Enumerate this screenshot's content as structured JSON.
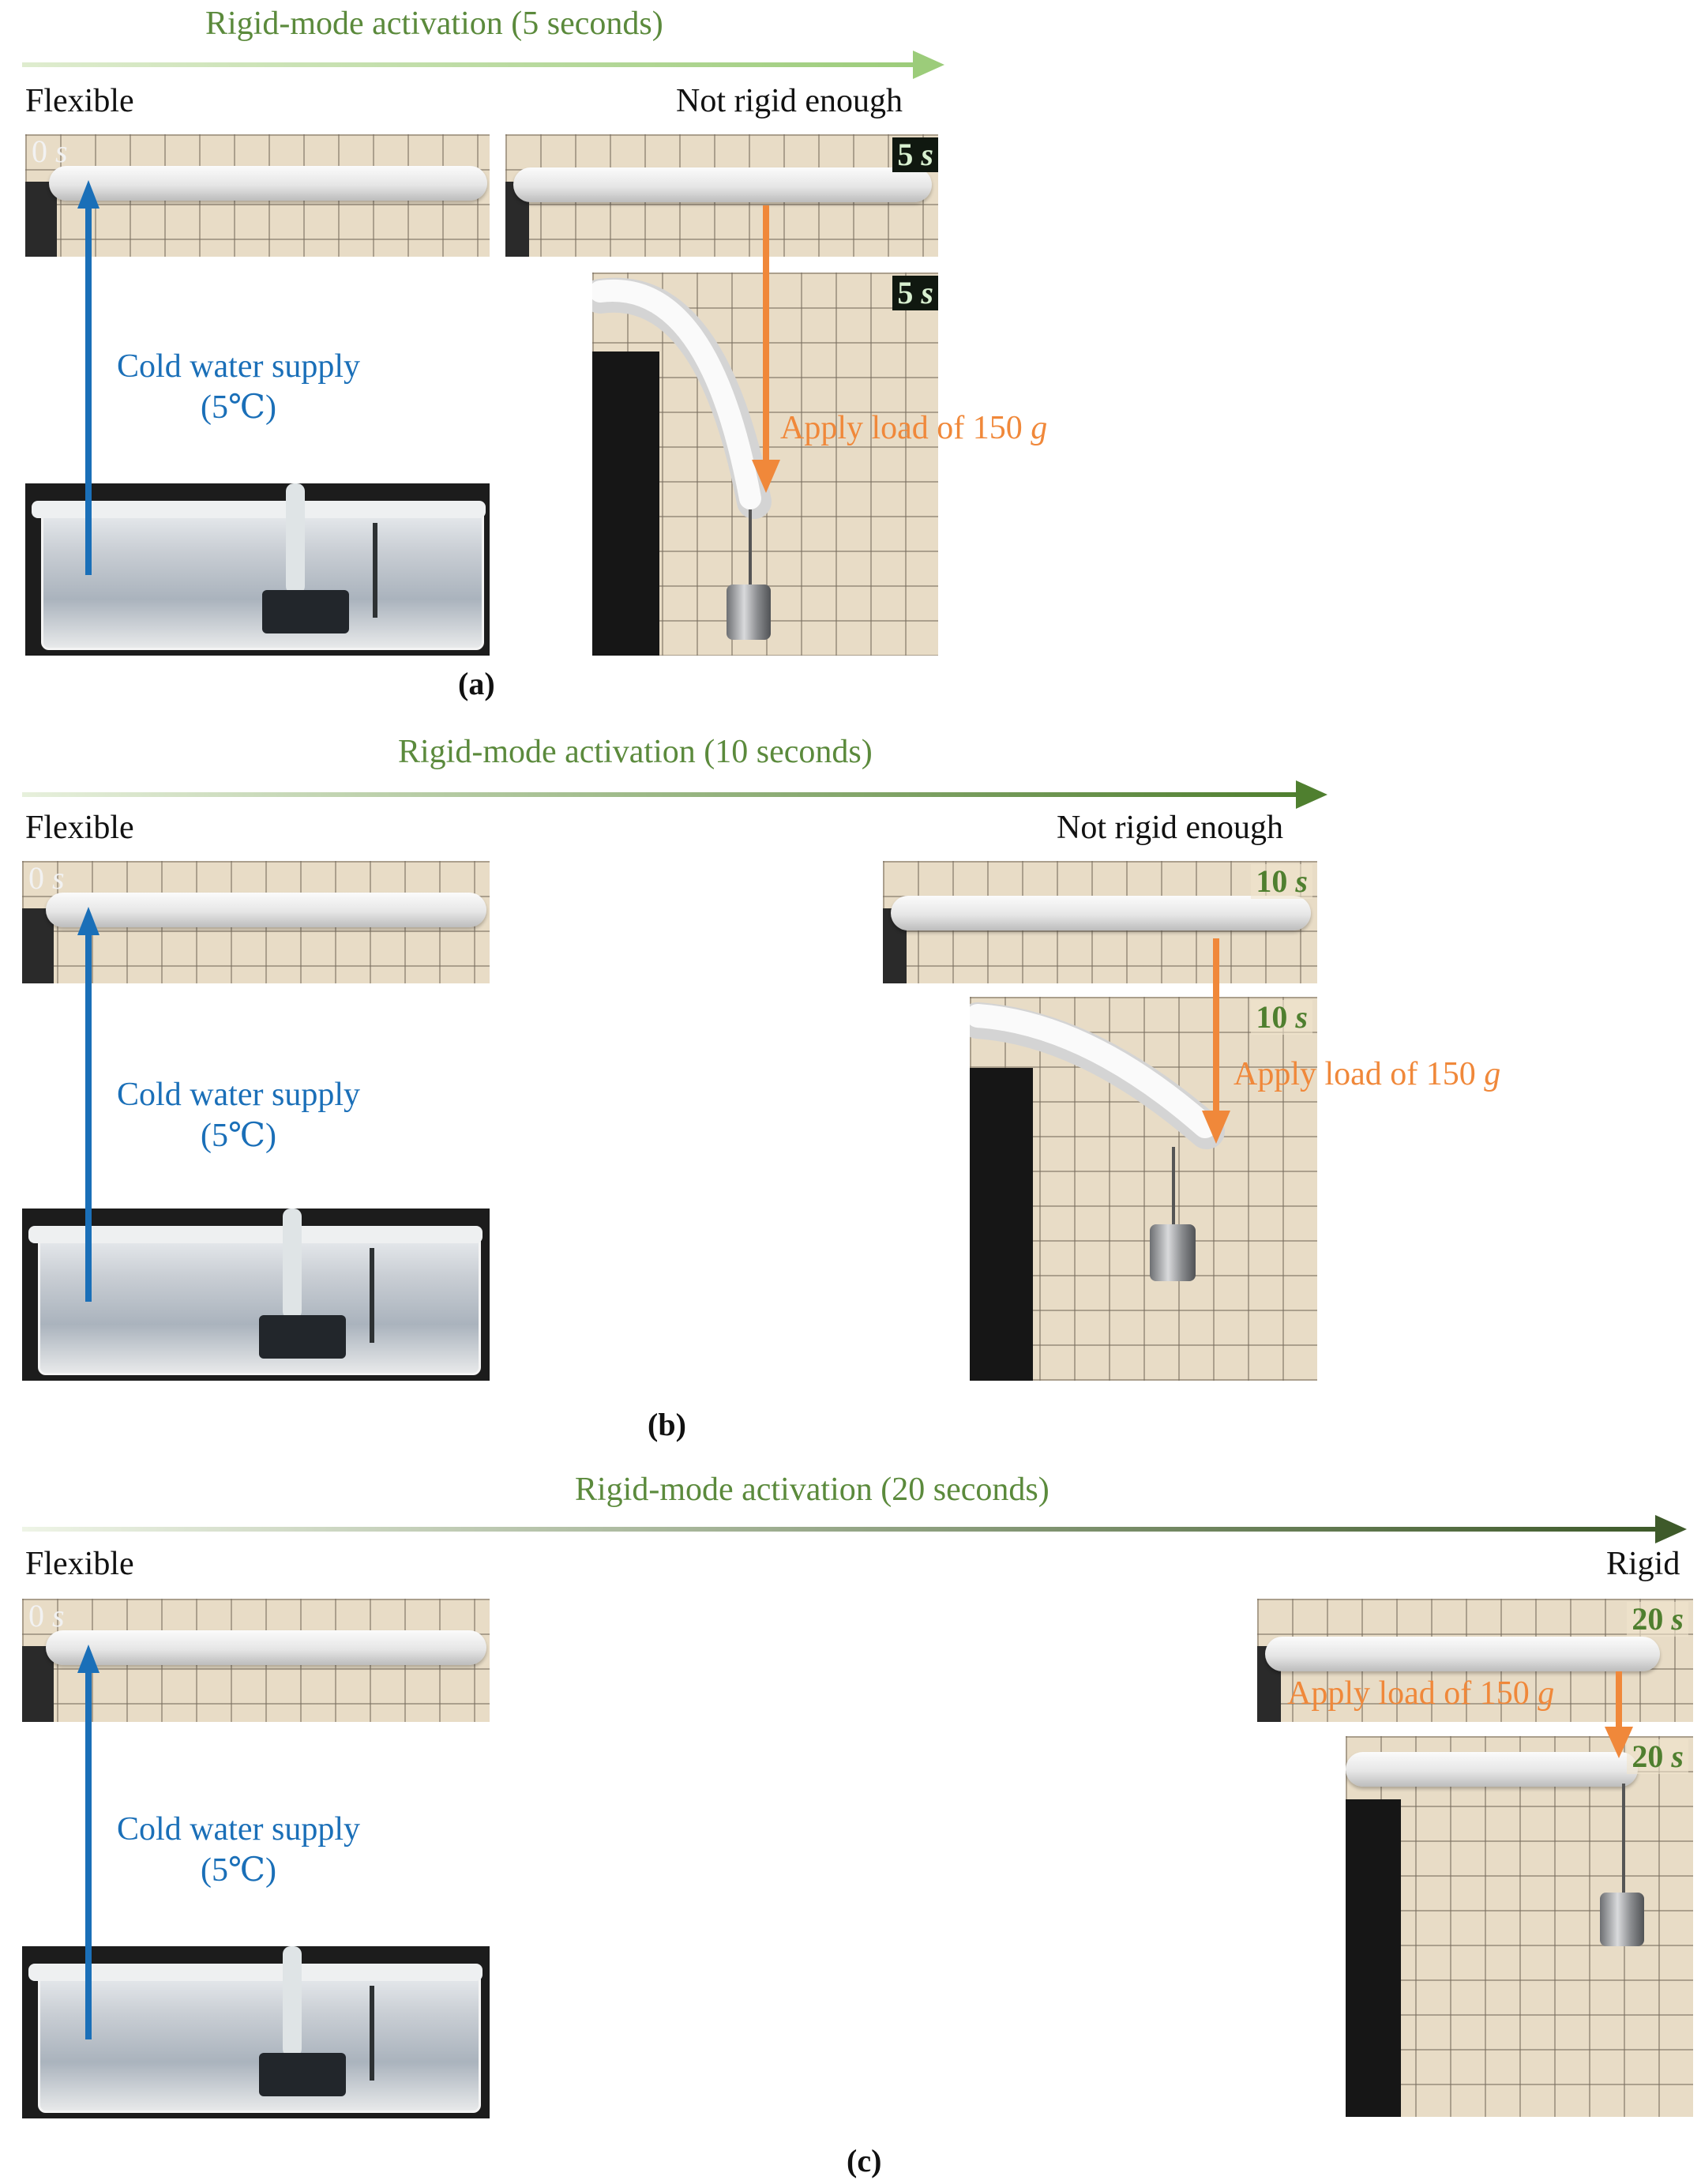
{
  "panels": [
    {
      "id": "a",
      "title": "Rigid-mode activation (5 seconds)",
      "start_state": "Flexible",
      "end_state": "Not rigid enough",
      "start_time": {
        "value": "0",
        "unit": "s"
      },
      "end_time_tags": [
        {
          "value": "5",
          "unit": "s"
        },
        {
          "value": "5",
          "unit": "s"
        }
      ],
      "supply_line1": "Cold water supply",
      "supply_line2": "(5℃)",
      "load": {
        "text": "Apply load of 150",
        "unit": "g"
      },
      "caption": "(a)"
    },
    {
      "id": "b",
      "title": "Rigid-mode activation (10 seconds)",
      "start_state": "Flexible",
      "end_state": "Not rigid enough",
      "start_time": {
        "value": "0",
        "unit": "s"
      },
      "end_time_tags": [
        {
          "value": "10",
          "unit": "s"
        },
        {
          "value": "10",
          "unit": "s"
        }
      ],
      "supply_line1": "Cold water supply",
      "supply_line2": "(5℃)",
      "load": {
        "text": "Apply load of 150",
        "unit": "g"
      },
      "caption": "(b)"
    },
    {
      "id": "c",
      "title": "Rigid-mode activation (20 seconds)",
      "start_state": "Flexible",
      "end_state": "Rigid",
      "start_time": {
        "value": "0",
        "unit": "s"
      },
      "end_time_tags": [
        {
          "value": "20",
          "unit": "s"
        },
        {
          "value": "20",
          "unit": "s"
        }
      ],
      "supply_line1": "Cold water supply",
      "supply_line2": "(5℃)",
      "load": {
        "text": "Apply load of 150",
        "unit": "g"
      },
      "caption": "(c)"
    }
  ],
  "colors": {
    "title_green": "#5b8a3c",
    "timeline_arrow_start": "#dfeccf",
    "timeline_arrow_end_a": "#9ccc7a",
    "timeline_arrow_end_b": "#4f7f2f",
    "timeline_arrow_end_c": "#3e5a2a",
    "supply_blue": "#1a6fb8",
    "load_orange": "#f0883a"
  }
}
